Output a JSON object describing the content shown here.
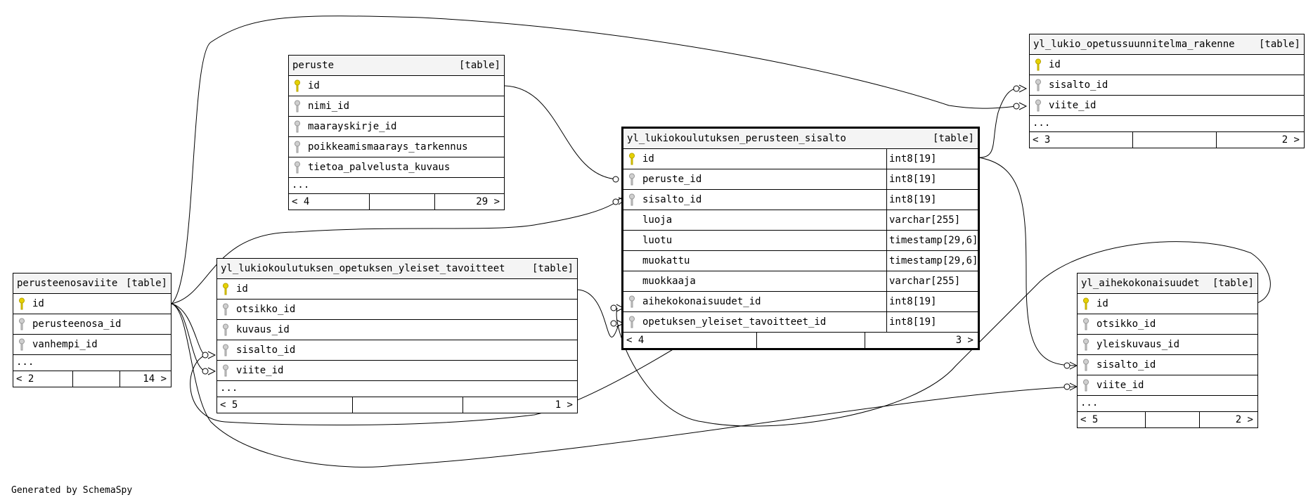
{
  "footer": {
    "generated_by": "Generated by SchemaSpy"
  },
  "tables": {
    "perusteenosaviite": {
      "name": "perusteenosaviite",
      "kind": "[table]",
      "rows": [
        {
          "name": "id",
          "key": "pk"
        },
        {
          "name": "perusteenosa_id",
          "key": "fk"
        },
        {
          "name": "vanhempi_id",
          "key": "fk"
        }
      ],
      "more": "...",
      "parents": "< 2",
      "children": "14 >"
    },
    "peruste": {
      "name": "peruste",
      "kind": "[table]",
      "rows": [
        {
          "name": "id",
          "key": "pk"
        },
        {
          "name": "nimi_id",
          "key": "fk"
        },
        {
          "name": "maarayskirje_id",
          "key": "fk"
        },
        {
          "name": "poikkeamismaarays_tarkennus",
          "key": "fk"
        },
        {
          "name": "tietoa_palvelusta_kuvaus",
          "key": "fk"
        }
      ],
      "more": "...",
      "parents": "< 4",
      "children": "29 >"
    },
    "tavoitteet": {
      "name": "yl_lukiokoulutuksen_opetuksen_yleiset_tavoitteet",
      "kind": "[table]",
      "rows": [
        {
          "name": "id",
          "key": "pk"
        },
        {
          "name": "otsikko_id",
          "key": "fk"
        },
        {
          "name": "kuvaus_id",
          "key": "fk"
        },
        {
          "name": "sisalto_id",
          "key": "fk"
        },
        {
          "name": "viite_id",
          "key": "fk"
        }
      ],
      "more": "...",
      "parents": "< 5",
      "children": "1 >"
    },
    "sisalto": {
      "name": "yl_lukiokoulutuksen_perusteen_sisalto",
      "kind": "[table]",
      "rows": [
        {
          "name": "id",
          "key": "pk",
          "type": "int8[19]"
        },
        {
          "name": "peruste_id",
          "key": "fk",
          "type": "int8[19]"
        },
        {
          "name": "sisalto_id",
          "key": "fk",
          "type": "int8[19]"
        },
        {
          "name": "luoja",
          "key": "",
          "type": "varchar[255]"
        },
        {
          "name": "luotu",
          "key": "",
          "type": "timestamp[29,6]"
        },
        {
          "name": "muokattu",
          "key": "",
          "type": "timestamp[29,6]"
        },
        {
          "name": "muokkaaja",
          "key": "",
          "type": "varchar[255]"
        },
        {
          "name": "aihekokonaisuudet_id",
          "key": "fk",
          "type": "int8[19]"
        },
        {
          "name": "opetuksen_yleiset_tavoitteet_id",
          "key": "fk",
          "type": "int8[19]"
        }
      ],
      "parents": "< 4",
      "children": "3 >"
    },
    "rakenne": {
      "name": "yl_lukio_opetussuunnitelma_rakenne",
      "kind": "[table]",
      "rows": [
        {
          "name": "id",
          "key": "pk"
        },
        {
          "name": "sisalto_id",
          "key": "fk"
        },
        {
          "name": "viite_id",
          "key": "fk"
        }
      ],
      "more": "...",
      "parents": "< 3",
      "children": "2 >"
    },
    "aihekokonaisuudet": {
      "name": "yl_aihekokonaisuudet",
      "kind": "[table]",
      "rows": [
        {
          "name": "id",
          "key": "pk"
        },
        {
          "name": "otsikko_id",
          "key": "fk"
        },
        {
          "name": "yleiskuvaus_id",
          "key": "fk"
        },
        {
          "name": "sisalto_id",
          "key": "fk"
        },
        {
          "name": "viite_id",
          "key": "fk"
        }
      ],
      "more": "...",
      "parents": "< 5",
      "children": "2 >"
    }
  }
}
